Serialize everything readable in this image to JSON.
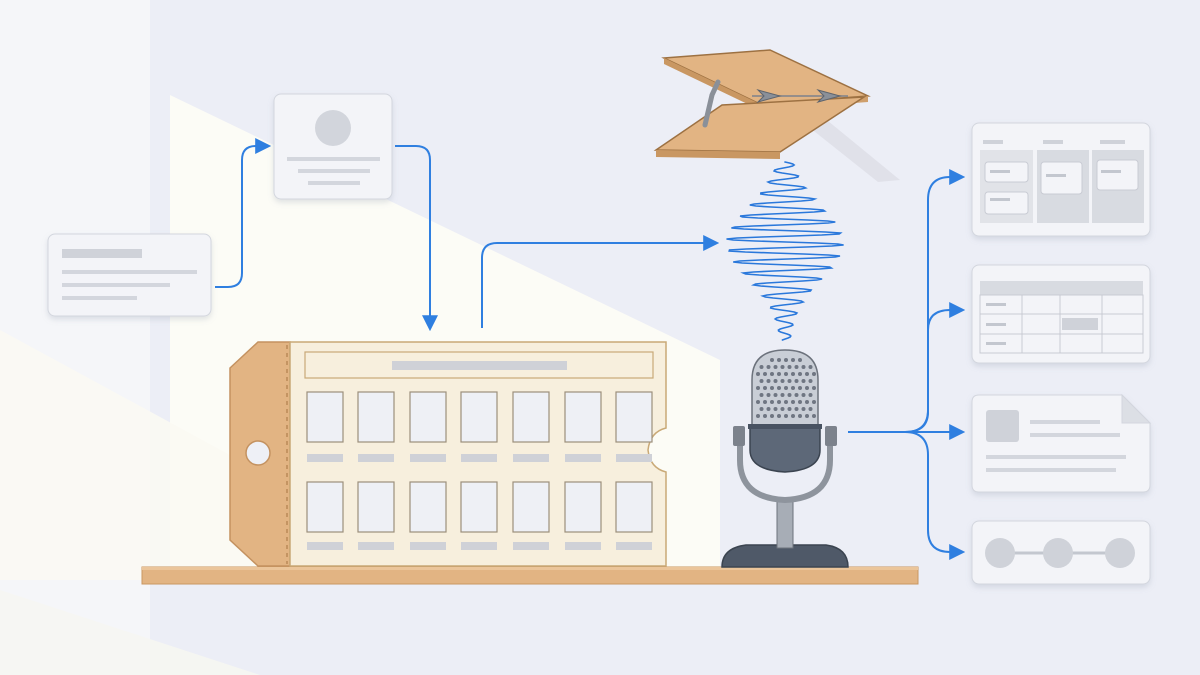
{
  "colors": {
    "background": "#eceef6",
    "light_wash": "#fdfcf6",
    "arrow": "#2f7fe0",
    "wave": "#2a78db",
    "card_fill": "#f2f3f7",
    "card_stroke": "#cfd3dc",
    "placeholder": "#cdd0d8",
    "wood": "#e2b483",
    "wood_dark": "#c99762",
    "ticket_paper": "#f7efdd",
    "mic_body": "#5d6878",
    "mic_grille": "#c9ced6"
  },
  "icons": {
    "source_card": "text-document-card",
    "profile_card": "profile-card",
    "ticket": "perforated-ticket",
    "clapboard": "open-wooden-box",
    "soundwave": "audio-waveform",
    "microphone": "studio-microphone",
    "outputs": [
      "kanban-board-card",
      "table-card",
      "document-card",
      "timeline-card"
    ]
  },
  "diagram": {
    "flow": [
      "source_card",
      "profile_card",
      "ticket",
      "soundwave",
      "microphone",
      "outputs"
    ],
    "output_count": 4
  }
}
